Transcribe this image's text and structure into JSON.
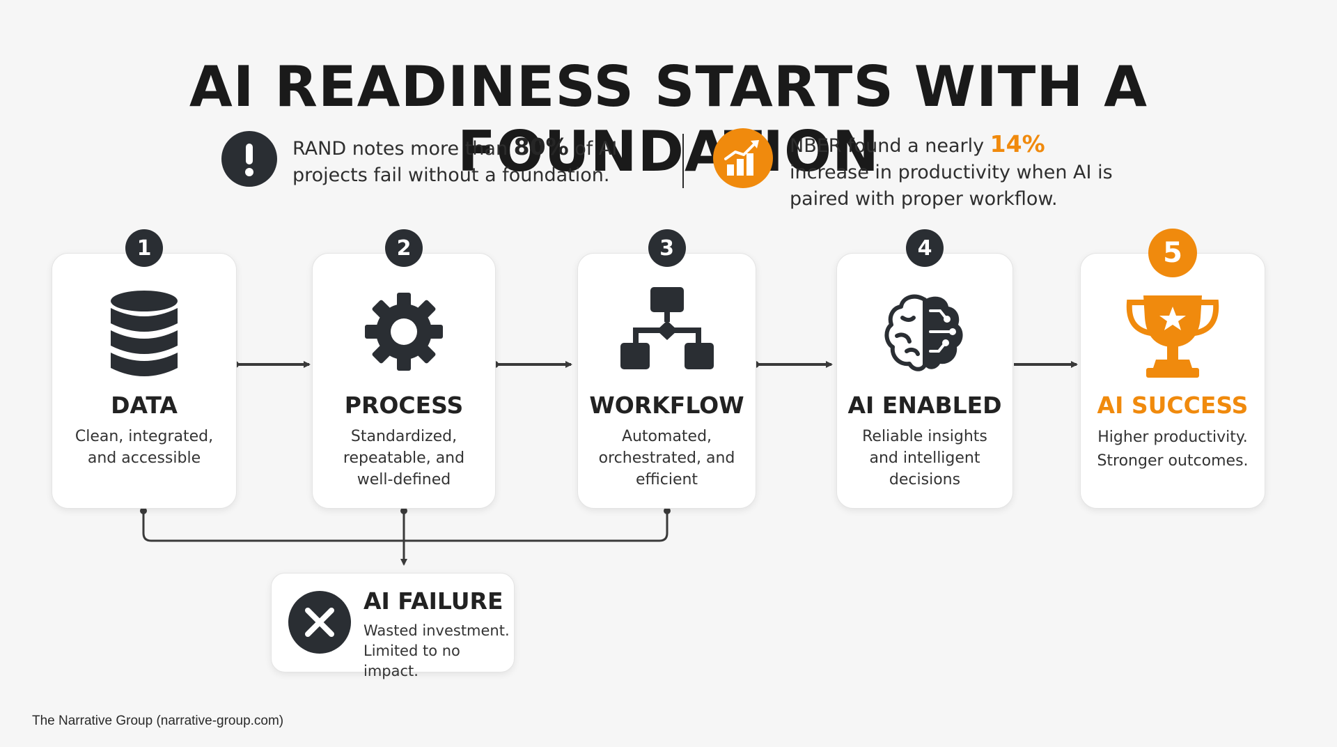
{
  "title": "AI READINESS STARTS WITH A FOUNDATION",
  "stats": [
    {
      "icon": "exclamation-icon",
      "pre": "RAND notes more than ",
      "highlight": "80%",
      "post": " of AI projects fail without a foundation."
    },
    {
      "icon": "bar-chart-growth-icon",
      "pre": "NBER found a nearly ",
      "highlight": "14%",
      "post": " increase in productivity when AI is paired with proper workflow."
    }
  ],
  "steps": [
    {
      "number": "1",
      "title": "DATA",
      "description": "Clean, integrated,\nand accessible",
      "icon": "database-icon"
    },
    {
      "number": "2",
      "title": "PROCESS",
      "description": "Standardized,\nrepeatable, and\nwell-defined",
      "icon": "gear-icon"
    },
    {
      "number": "3",
      "title": "WORKFLOW",
      "description": "Automated,\norchestrated, and\nefficient",
      "icon": "workflow-icon"
    },
    {
      "number": "4",
      "title": "AI ENABLED",
      "description": "Reliable insights\nand intelligent\ndecisions",
      "icon": "brain-circuit-icon"
    },
    {
      "number": "5",
      "title": "AI SUCCESS",
      "description": "Higher productivity.\nStronger outcomes.",
      "icon": "trophy-icon"
    }
  ],
  "failure": {
    "title": "AI FAILURE",
    "description": "Wasted investment.\nLimited to no impact.",
    "icon": "x-icon"
  },
  "footer": "The Narrative Group (narrative-group.com)",
  "colors": {
    "accent": "#f08a0d",
    "dark": "#2a2e33",
    "text": "#262626"
  }
}
